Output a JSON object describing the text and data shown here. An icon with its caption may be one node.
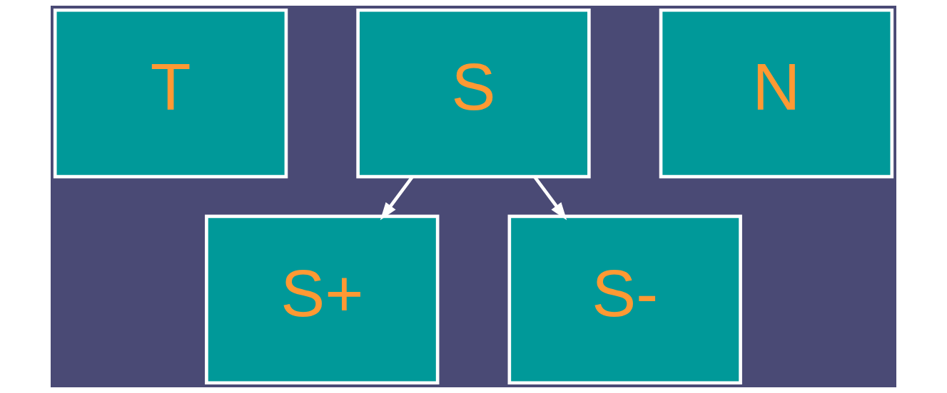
{
  "diagram": {
    "nodes": [
      {
        "text": [
          "T"
        ]
      },
      {
        "text": [
          "S"
        ]
      },
      {
        "text": [
          "N"
        ]
      },
      {
        "text": [
          "S+"
        ]
      },
      {
        "text": [
          "S-"
        ]
      }
    ],
    "edges": [
      {
        "from": 1,
        "to": 3,
        "arrow": "to"
      },
      {
        "from": 1,
        "to": 4,
        "arrow": "to"
      }
    ]
  }
}
